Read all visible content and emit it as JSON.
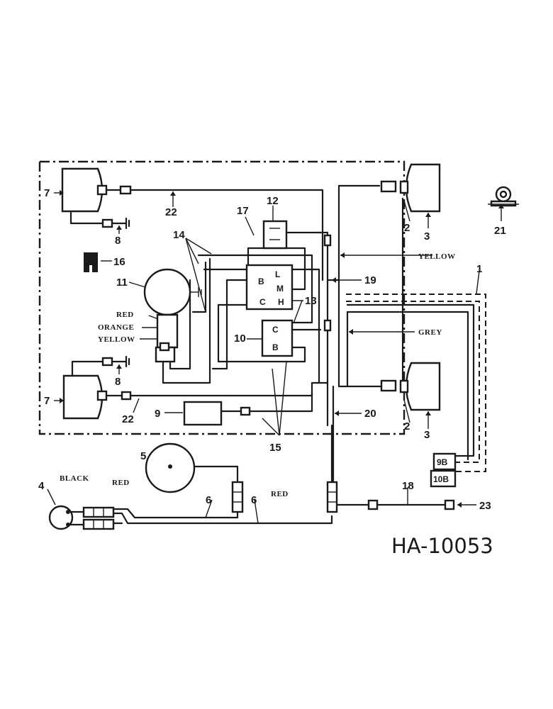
{
  "drawing_number": "HA-10053",
  "callouts": [
    "1",
    "2",
    "3",
    "4",
    "5",
    "6",
    "7",
    "8",
    "9",
    "10",
    "11",
    "12",
    "13",
    "14",
    "15",
    "16",
    "17",
    "18",
    "19",
    "20",
    "21",
    "22",
    "23"
  ],
  "wire_labels": {
    "yellow": "YELLOW",
    "grey": "GREY",
    "red": "RED",
    "orange": "ORANGE",
    "black": "BLACK"
  },
  "terminal_labels": {
    "l": "L",
    "b": "B",
    "m": "M",
    "c": "C",
    "h": "H",
    "reg_c": "C",
    "reg_b": "B",
    "conn_9b": "9B",
    "conn_10b": "10B"
  }
}
